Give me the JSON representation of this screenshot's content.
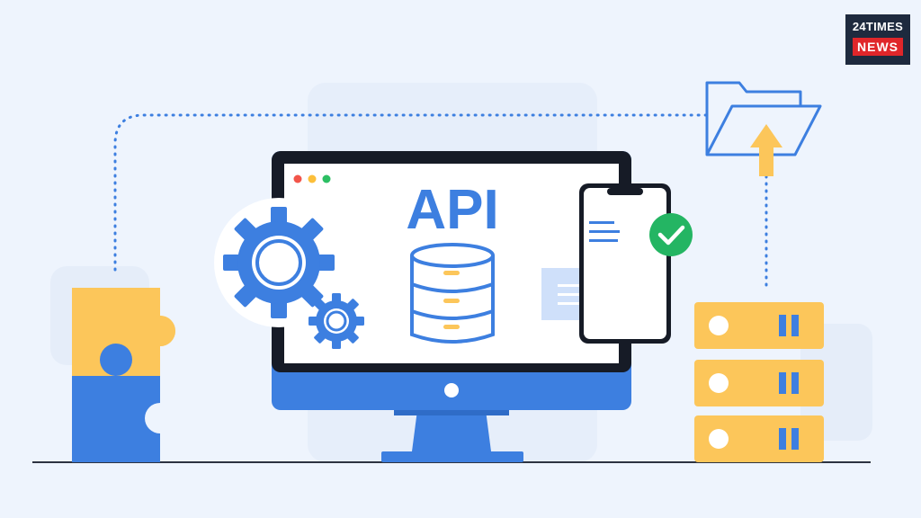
{
  "logo": {
    "line1": "24TIMES",
    "line2": "NEWS"
  },
  "illustration": {
    "screen_heading": "API"
  },
  "colors": {
    "background": "#eef4fd",
    "primary_blue": "#3d7fe0",
    "accent_yellow": "#fcc65a",
    "dark_frame": "#161b26",
    "success_green": "#24b563",
    "logo_red": "#e0262a"
  },
  "icons": [
    "gear-icon",
    "database-icon",
    "check-icon",
    "folder-icon",
    "upload-arrow-icon",
    "server-icon",
    "puzzle-icon",
    "smartphone-icon",
    "chat-bubble-icon",
    "desktop-monitor-icon"
  ]
}
